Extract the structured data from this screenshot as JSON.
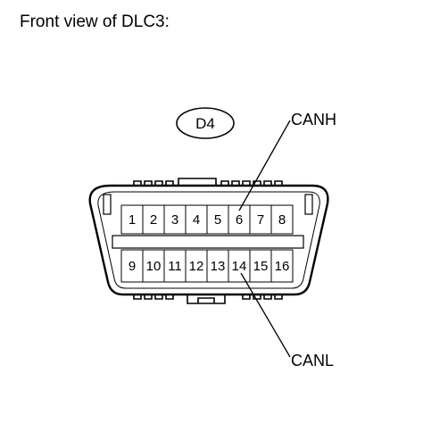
{
  "title": "Front view of DLC3:",
  "connector": {
    "id": "D4",
    "pins_top": [
      "1",
      "2",
      "3",
      "4",
      "5",
      "6",
      "7",
      "8"
    ],
    "pins_bottom": [
      "9",
      "10",
      "11",
      "12",
      "13",
      "14",
      "15",
      "16"
    ]
  },
  "callouts": {
    "canh": {
      "label": "CANH",
      "pin": "6"
    },
    "canl": {
      "label": "CANL",
      "pin": "14"
    }
  }
}
